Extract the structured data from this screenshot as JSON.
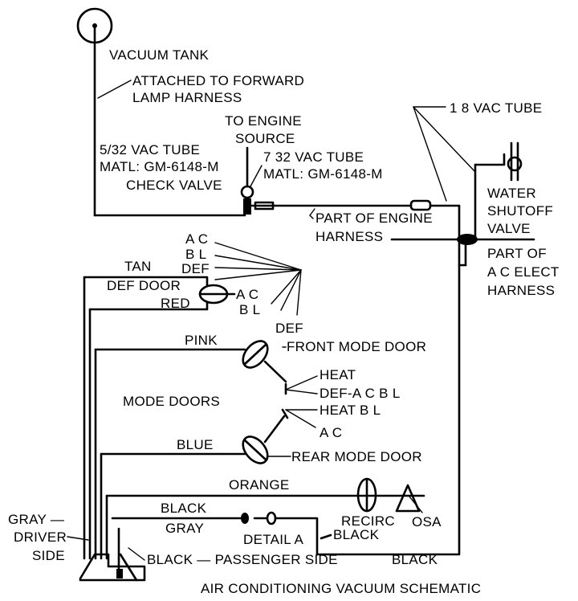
{
  "title": "AIR CONDITIONING VACUUM SCHEMATIC",
  "components": {
    "vacuum_tank": "VACUUM TANK",
    "attached": [
      "ATTACHED TO FORWARD",
      "LAMP HARNESS"
    ],
    "to_engine_source": [
      "TO ENGINE",
      "SOURCE"
    ],
    "tube_5_32": [
      "5/32 VAC TUBE",
      "MATL: GM-6148-M"
    ],
    "tube_7_32": [
      "7 32 VAC TUBE",
      "MATL:  GM-6148-M"
    ],
    "check_valve": "CHECK VALVE",
    "tube_1_8": "1 8 VAC TUBE",
    "water_shutoff": [
      "WATER",
      "SHUTOFF",
      "VALVE"
    ],
    "engine_harness": [
      "PART OF ENGINE",
      "HARNESS"
    ],
    "ac_harness": [
      "PART OF",
      "A C ELECT",
      "HARNESS"
    ],
    "def_door": "DEF DOOR",
    "front_mode_door": "FRONT MODE DOOR",
    "rear_mode_door": "REAR MODE DOOR",
    "mode_doors": "MODE DOORS",
    "recirc": "RECIRC",
    "osa": "OSA",
    "detail_a": "DETAIL A",
    "gray_driver": [
      "GRAY —",
      "DRIVER",
      "SIDE"
    ],
    "black_passenger": "BLACK — PASSENGER SIDE"
  },
  "hoses": {
    "tan": "TAN",
    "red": "RED",
    "pink": "PINK",
    "blue": "BLUE",
    "orange": "ORANGE",
    "black": "BLACK",
    "gray": "GRAY"
  },
  "positions": {
    "top_ac": "A C",
    "top_bl": "B L",
    "top_def": "DEF",
    "mid_ac": "A C",
    "mid_bl": "B L",
    "low_def": "DEF",
    "heat": "HEAT",
    "def_ac_bl": "DEF-A C B L",
    "heat_bl": "HEAT B L",
    "ac": "A C"
  }
}
